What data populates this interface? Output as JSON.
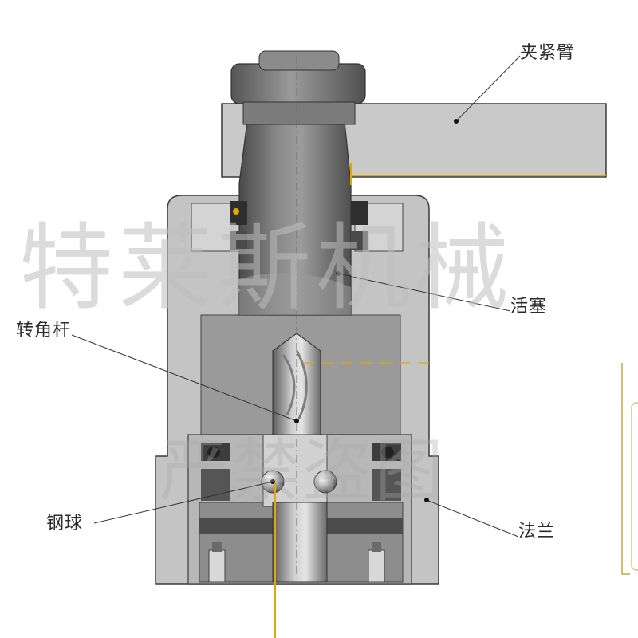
{
  "labels": {
    "clamp_arm": "夹紧臂",
    "piston": "活塞",
    "rotation_rod": "转角杆",
    "steel_ball": "钢球",
    "flange": "法兰"
  },
  "watermarks": {
    "company": "特莱斯机械",
    "anti_theft": "严禁盗图"
  },
  "colors": {
    "body_dark": "#5f5f5f",
    "body_mid": "#8e8e8e",
    "body_light": "#c9c9c9",
    "outline": "#3a3a3a",
    "leader": "#333333",
    "centerline": "#e0a800"
  }
}
